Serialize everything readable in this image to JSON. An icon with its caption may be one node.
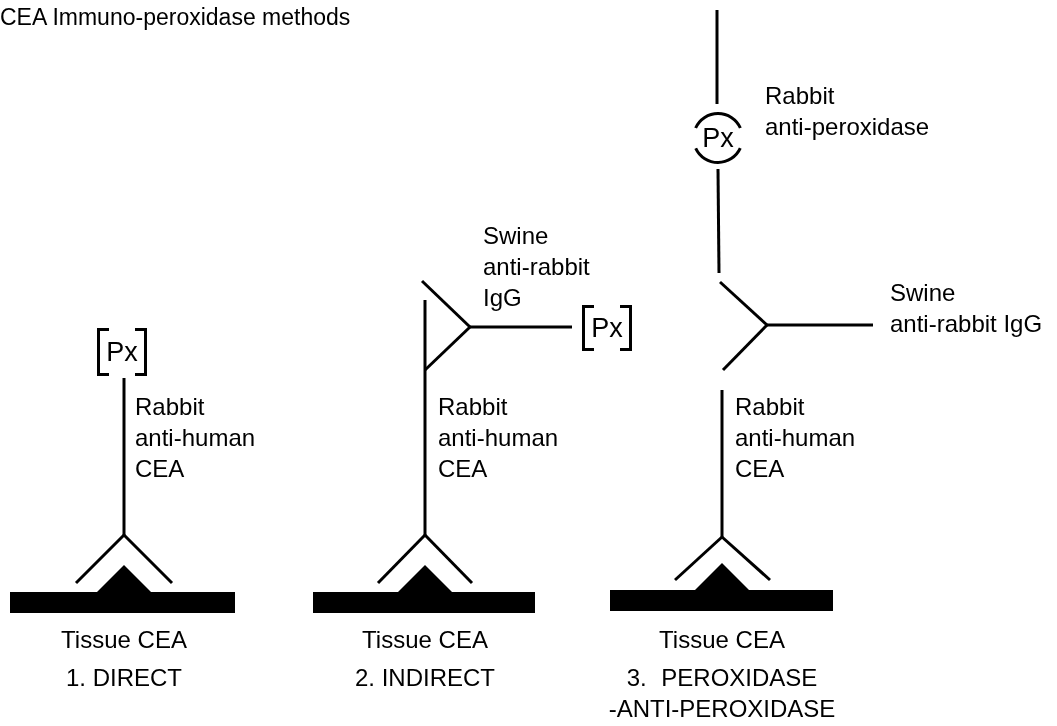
{
  "diagram": {
    "title": "CEA Immuno-peroxidase methods",
    "nodes": [
      {
        "text": [
          "Px"
        ]
      },
      {
        "text": [
          "Px"
        ]
      },
      {
        "text": [
          "Px"
        ]
      }
    ],
    "labels": [
      "Rabbit anti-peroxidase",
      "Swine anti-rabbit IgG",
      "Swine anti-rabbit IgG",
      "Rabbit anti-human CEA",
      "Rabbit anti-human CEA",
      "Rabbit anti-human CEA",
      "Tissue CEA",
      "Tissue CEA",
      "Tissue CEA",
      "1. DIRECT",
      "2. INDIRECT",
      "3. PEROXIDASE -ANTI-PEROXIDASE"
    ]
  }
}
